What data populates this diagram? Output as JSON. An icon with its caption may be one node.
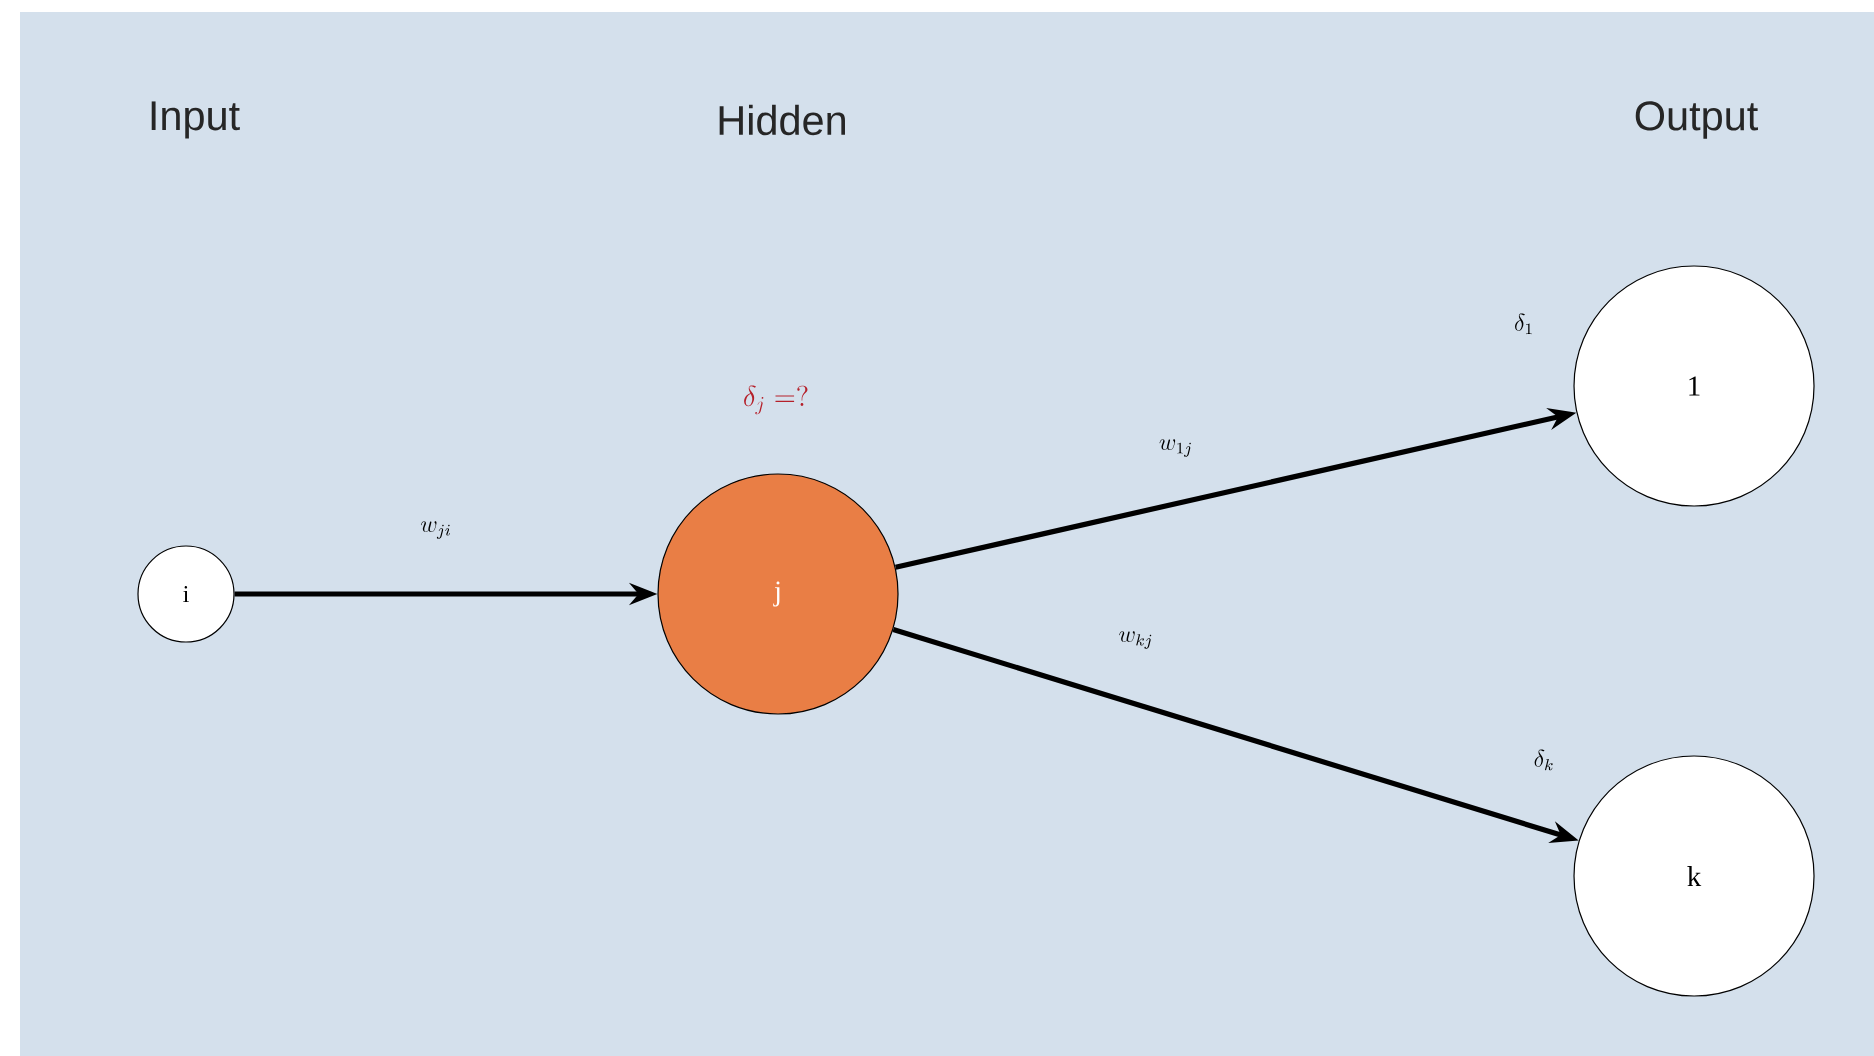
{
  "diagram": {
    "nodes": [
      {
        "text": [
          "i"
        ]
      },
      {
        "text": [
          "j"
        ],
        "beside": [
          "\\delta_j = ?"
        ]
      },
      {
        "text": [
          "1"
        ],
        "beside": [
          "\\delta_1"
        ]
      },
      {
        "text": [
          "k"
        ],
        "beside": [
          "\\delta_k"
        ]
      }
    ],
    "edges": [
      {
        "from": 0,
        "to": 1,
        "arrow": "to",
        "label": "w_{ji}"
      },
      {
        "from": 1,
        "to": 2,
        "arrow": "to",
        "label": "w_{1j}"
      },
      {
        "from": 1,
        "to": 3,
        "arrow": "to",
        "label": "w_{kj}"
      }
    ],
    "labels": [
      "Input",
      "Hidden",
      "Output"
    ]
  }
}
